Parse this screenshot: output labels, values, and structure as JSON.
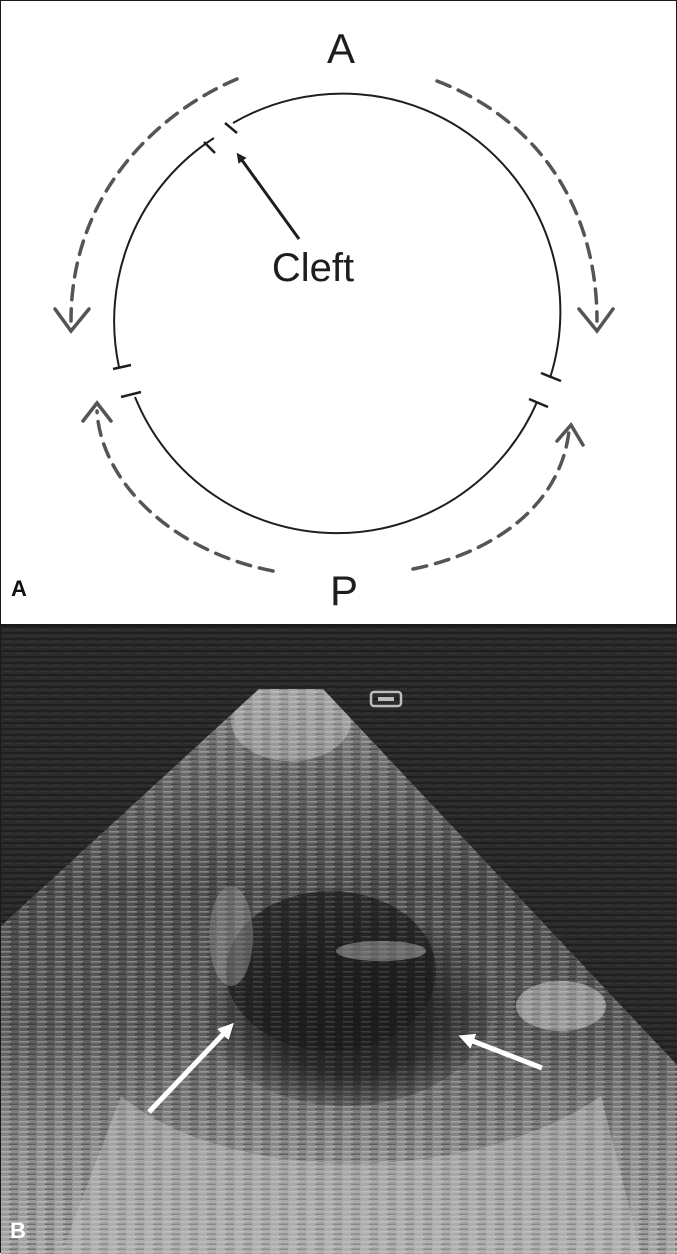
{
  "figure": {
    "panel_a": {
      "panel_label": "A",
      "anterior_label": "A",
      "posterior_label": "P",
      "cleft_label": "Cleft"
    },
    "panel_b": {
      "panel_label": "B",
      "image_kind": "echocardiogram",
      "marker_icon": "transducer-orientation-marker-icon",
      "arrow_count": 2
    }
  },
  "colors": {
    "line": "#1e1e1e",
    "dashed_arrow": "#555555",
    "ultrasound_bg": "#262626",
    "ultrasound_arrow": "#ffffff"
  }
}
